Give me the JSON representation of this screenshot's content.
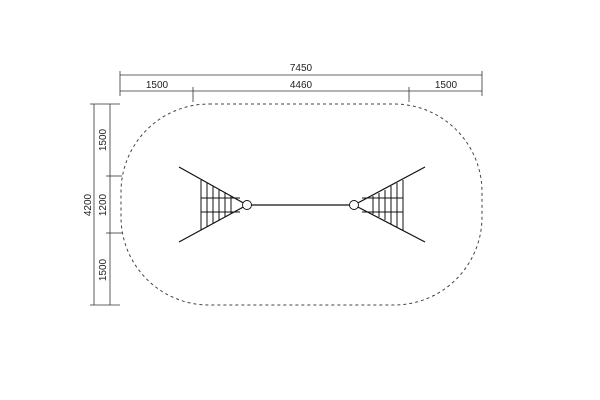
{
  "drawing": {
    "dimensions": {
      "overall_length": "7450",
      "left_zone": "1500",
      "center_span": "4460",
      "right_zone": "1500",
      "overall_width": "4200",
      "top_zone": "1500",
      "middle_zone": "1200",
      "bottom_zone": "1500"
    },
    "colors": {
      "line": "#111111",
      "dimension": "#333333",
      "background": "#ffffff"
    }
  }
}
